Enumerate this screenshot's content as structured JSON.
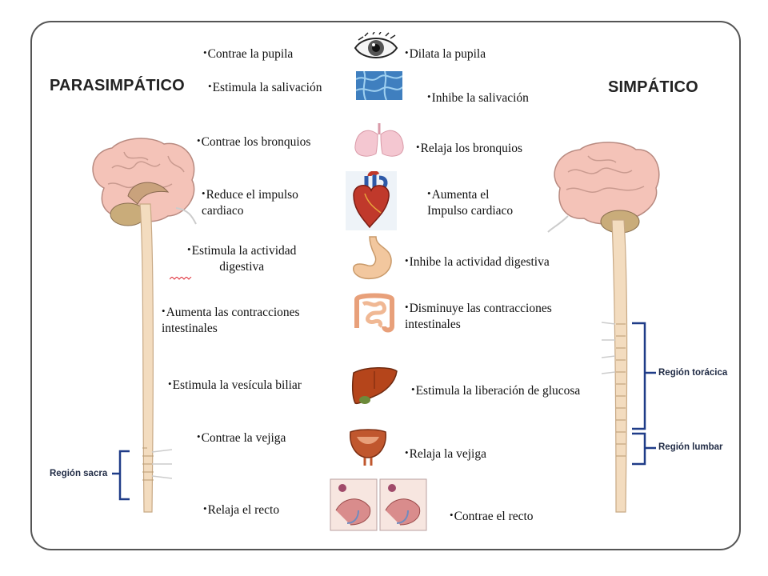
{
  "headings": {
    "left": "PARASIMPÁTICO",
    "right": "SIMPÁTICO"
  },
  "bullet": "•",
  "parasympathetic": [
    {
      "text": "Contrae  la pupila"
    },
    {
      "text": "Estimula la salivación"
    },
    {
      "text": "Contrae los bronquios"
    },
    {
      "line1": "Reduce el impulso",
      "line2": "cardiaco"
    },
    {
      "line1": "Estimula la actividad",
      "line2": "digestiva"
    },
    {
      "line1": "Aumenta  las contracciones",
      "line2": "intestinales"
    },
    {
      "text": "Estimula la vesícula biliar"
    },
    {
      "text": "Contrae la vejiga"
    },
    {
      "text": "Relaja el recto"
    }
  ],
  "sympathetic": [
    {
      "text": "Dilata la pupila"
    },
    {
      "text": "Inhibe la salivación"
    },
    {
      "text": "Relaja los bronquios"
    },
    {
      "line1": "Aumenta el",
      "line2": "Impulso cardiaco"
    },
    {
      "text": "Inhibe la actividad digestiva"
    },
    {
      "line1": "Disminuye las contracciones",
      "line2": "intestinales"
    },
    {
      "text": "Estimula la liberación de glucosa"
    },
    {
      "text": "Relaja la vejiga"
    },
    {
      "text": "Contrae el recto"
    }
  ],
  "regions": {
    "sacra": "Región sacra",
    "toracica": "Región torácica",
    "lumbar": "Región lumbar"
  },
  "organs": [
    "eye-icon",
    "salivary-gland-icon",
    "lungs-icon",
    "heart-icon",
    "stomach-icon",
    "intestine-icon",
    "liver-icon",
    "bladder-icon",
    "rectum-icon"
  ],
  "colors": {
    "brain": "#f4c3b8",
    "spinal_cord": "#f3dcbf",
    "bracket": "#1f3c88"
  }
}
